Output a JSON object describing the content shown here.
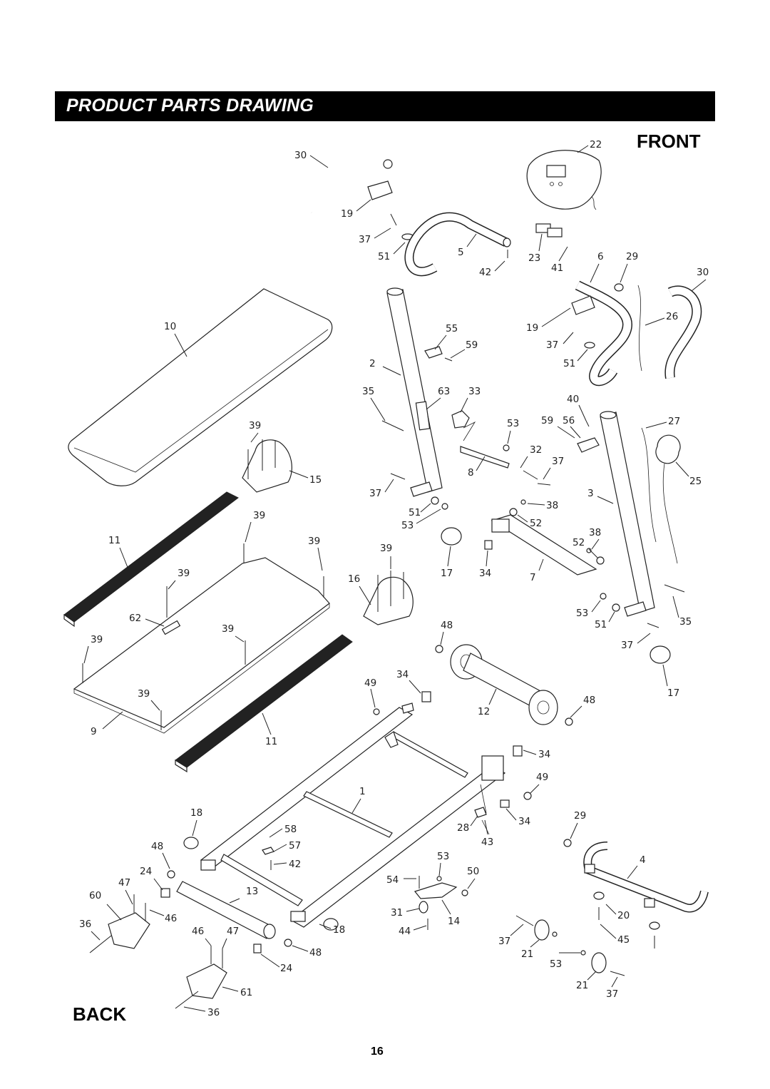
{
  "header": {
    "title": "PRODUCT PARTS DRAWING"
  },
  "orientation": {
    "front": "FRONT",
    "back": "BACK"
  },
  "footer": {
    "page_number": "16"
  },
  "callouts": [
    "30",
    "19",
    "37",
    "51",
    "5",
    "42",
    "22",
    "23",
    "41",
    "10",
    "6",
    "29",
    "30",
    "19",
    "26",
    "37",
    "51",
    "55",
    "59",
    "2",
    "35",
    "63",
    "33",
    "40",
    "59",
    "56",
    "27",
    "39",
    "53",
    "32",
    "15",
    "8",
    "37",
    "25",
    "37",
    "3",
    "51",
    "53",
    "38",
    "52",
    "11",
    "39",
    "39",
    "38",
    "52",
    "39",
    "39",
    "16",
    "17",
    "34",
    "7",
    "62",
    "53",
    "51",
    "35",
    "39",
    "39",
    "48",
    "37",
    "49",
    "34",
    "39",
    "17",
    "48",
    "12",
    "9",
    "11",
    "34",
    "49",
    "1",
    "18",
    "58",
    "29",
    "48",
    "57",
    "28",
    "43",
    "34",
    "53",
    "24",
    "42",
    "4",
    "47",
    "54",
    "50",
    "60",
    "13",
    "20",
    "36",
    "46",
    "31",
    "14",
    "46",
    "47",
    "18",
    "44",
    "37",
    "45",
    "21",
    "48",
    "24",
    "53",
    "61",
    "21",
    "37",
    "36"
  ]
}
